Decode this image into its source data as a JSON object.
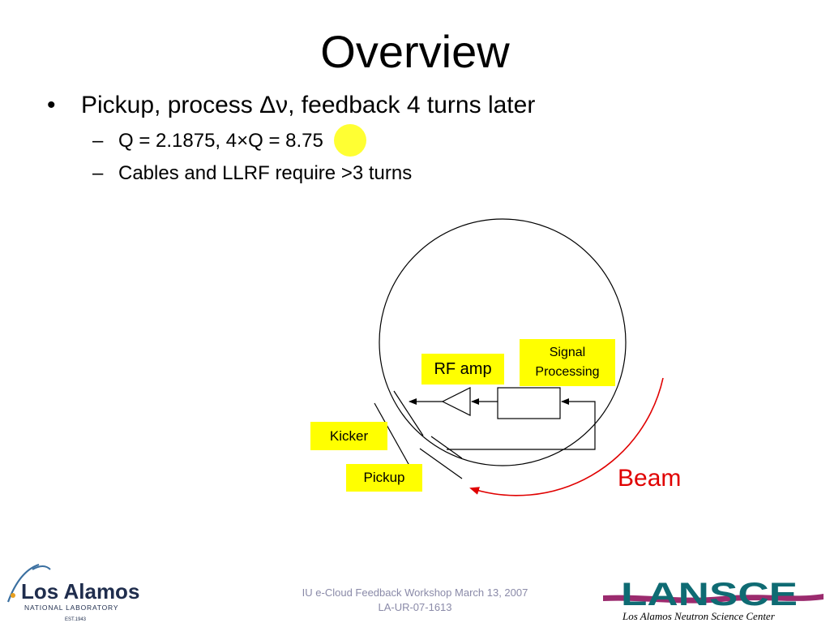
{
  "slide": {
    "title": "Overview",
    "bullets": [
      {
        "marker": "•",
        "text": "Pickup, process Δν, feedback 4 turns later"
      }
    ],
    "sub_bullets": [
      {
        "marker": "–",
        "text_before": "Q = 2.1875,  4×Q = 8",
        "highlighted": ".75"
      },
      {
        "marker": "–",
        "text": "Cables and LLRF require >3 turns"
      }
    ]
  },
  "diagram": {
    "labels": {
      "signal_processing_line1": "Signal",
      "signal_processing_line2": "Processing",
      "rf_amp": "RF amp",
      "kicker": "Kicker",
      "pickup": "Pickup",
      "beam": "Beam"
    },
    "colors": {
      "label_box": "#ffff00",
      "beam": "#e00000",
      "highlight": "#ffff33"
    }
  },
  "footer": {
    "line1": "IU e-Cloud Feedback Workshop March 13, 2007",
    "line2": "LA-UR-07-1613"
  },
  "logos": {
    "lanl": {
      "name1": "Los Alamos",
      "name2": "NATIONAL LABORATORY",
      "est": "EST.1943"
    },
    "lansce": {
      "name": "LANSCE",
      "subtitle": "Los Alamos Neutron Science Center"
    }
  }
}
